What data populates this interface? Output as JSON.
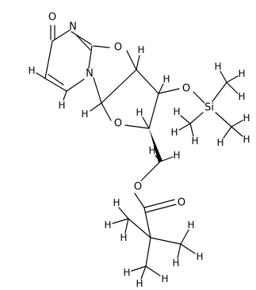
{
  "structure": {
    "atoms": {
      "o_carbonyl_top": "O",
      "n_ring": "N",
      "o_ring_upper": "O",
      "n_ring_lower": "N",
      "o_ring_lower": "O",
      "o_silyl": "O",
      "si": "Si",
      "o_ester_single": "O",
      "o_ester_double": "O"
    },
    "hydrogens": {
      "h_ring_pyr_1": "H",
      "h_ring_pyr_2": "H",
      "h_junction_top": "H",
      "h_junction_bottom": "H",
      "h_c3": "H",
      "h_c4": "H",
      "h_ch2_a": "H",
      "h_ch2_b": "H",
      "h_si_me1_a": "H",
      "h_si_me1_b": "H",
      "h_si_me1_c": "H",
      "h_si_me2_a": "H",
      "h_si_me2_b": "H",
      "h_si_me2_c": "H",
      "h_si_me3_a": "H",
      "h_si_me3_b": "H",
      "h_si_me3_c": "H",
      "h_tbu1_a": "H",
      "h_tbu1_b": "H",
      "h_tbu1_c": "H",
      "h_tbu2_a": "H",
      "h_tbu2_b": "H",
      "h_tbu2_c": "H",
      "h_tbu3_a": "H",
      "h_tbu3_b": "H",
      "h_tbu3_c": "H"
    }
  }
}
